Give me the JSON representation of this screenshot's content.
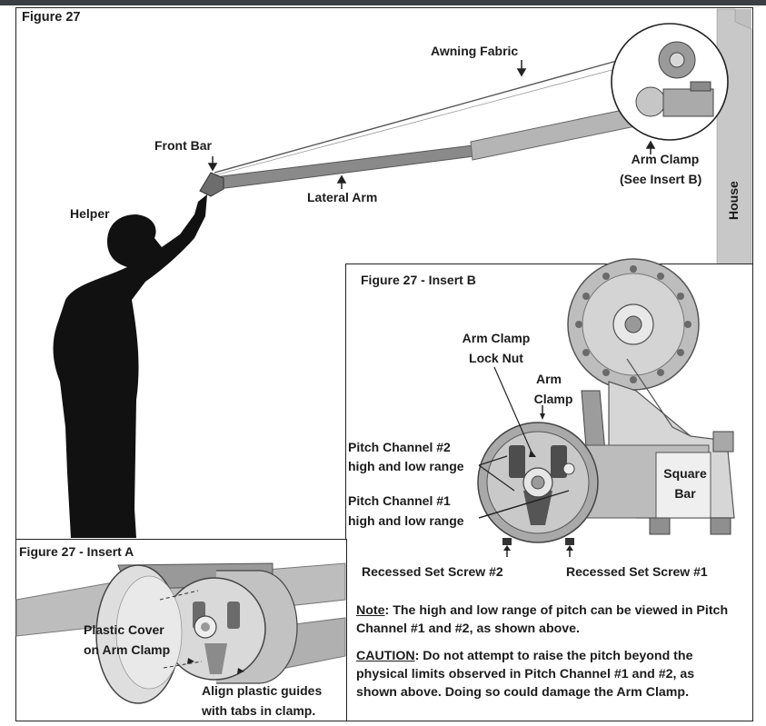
{
  "figure_title": "Figure 27",
  "labels": {
    "awning_fabric": "Awning Fabric",
    "front_bar": "Front Bar",
    "arm_clamp_line1": "Arm Clamp",
    "arm_clamp_line2": "(See Insert B)",
    "lateral_arm": "Lateral Arm",
    "helper": "Helper",
    "house": "House"
  },
  "insert_b": {
    "title": "Figure 27 - Insert B",
    "lock_nut_line1": "Arm Clamp",
    "lock_nut_line2": "Lock Nut",
    "arm_clamp_line1": "Arm",
    "arm_clamp_line2": "Clamp",
    "pitch2_line1": "Pitch Channel #2",
    "pitch2_line2": "high and low range",
    "pitch1_line1": "Pitch Channel #1",
    "pitch1_line2": "high and low range",
    "square_bar_line1": "Square",
    "square_bar_line2": "Bar",
    "set_screw_2": "Recessed Set Screw #2",
    "set_screw_1": "Recessed Set Screw #1",
    "note_label": "Note",
    "note_text": ": The high and low range of pitch can be viewed in Pitch Channel #1 and #2, as shown above.",
    "caution_label": "CAUTION",
    "caution_text": ": Do not attempt to raise the pitch beyond the physical limits observed in Pitch Channel #1 and #2, as shown above. Doing so could damage the Arm Clamp."
  },
  "insert_a": {
    "title": "Figure 27 - Insert A",
    "plastic_cover_line1": "Plastic Cover",
    "plastic_cover_line2": "on Arm Clamp",
    "align_line1": "Align plastic guides",
    "align_line2": "with tabs in clamp."
  }
}
